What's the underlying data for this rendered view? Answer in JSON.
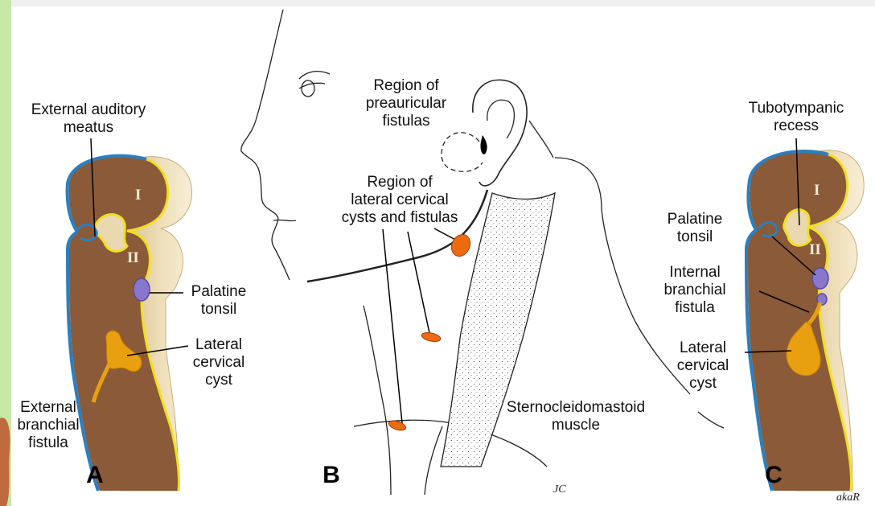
{
  "colors": {
    "left_border": "#c8e8a8",
    "top_band": "#f0f0f0",
    "tissue": "#8b5a38",
    "tissue_side": "#e6cfa0",
    "ectoderm": "#2a7fbf",
    "endoderm": "#f0e020",
    "cyst": "#e8a010",
    "tonsil": "#8877cc",
    "fistula_marker": "#ee6a10"
  },
  "panel_a": {
    "letter": "A",
    "arch_1": "I",
    "arch_2": "II",
    "labels": {
      "auditory_l1": "External auditory",
      "auditory_l2": "meatus",
      "tonsil_l1": "Palatine",
      "tonsil_l2": "tonsil",
      "cyst_l1": "Lateral",
      "cyst_l2": "cervical",
      "cyst_l3": "cyst",
      "fistula_l1": "External",
      "fistula_l2": "branchial",
      "fistula_l3": "fistula"
    }
  },
  "panel_b": {
    "letter": "B",
    "labels": {
      "preauricular_l1": "Region of",
      "preauricular_l2": "preauricular",
      "preauricular_l3": "fistulas",
      "lateral_l1": "Region of",
      "lateral_l2": "lateral cervical",
      "lateral_l3": "cysts and fistulas",
      "muscle_l1": "Sternocleidomastoid",
      "muscle_l2": "muscle"
    }
  },
  "panel_c": {
    "letter": "C",
    "arch_1": "I",
    "arch_2": "II",
    "labels": {
      "tubo_l1": "Tubotympanic",
      "tubo_l2": "recess",
      "tonsil_l1": "Palatine",
      "tonsil_l2": "tonsil",
      "internal_l1": "Internal",
      "internal_l2": "branchial",
      "internal_l3": "fistula",
      "cyst_l1": "Lateral",
      "cyst_l2": "cervical",
      "cyst_l3": "cyst"
    }
  }
}
